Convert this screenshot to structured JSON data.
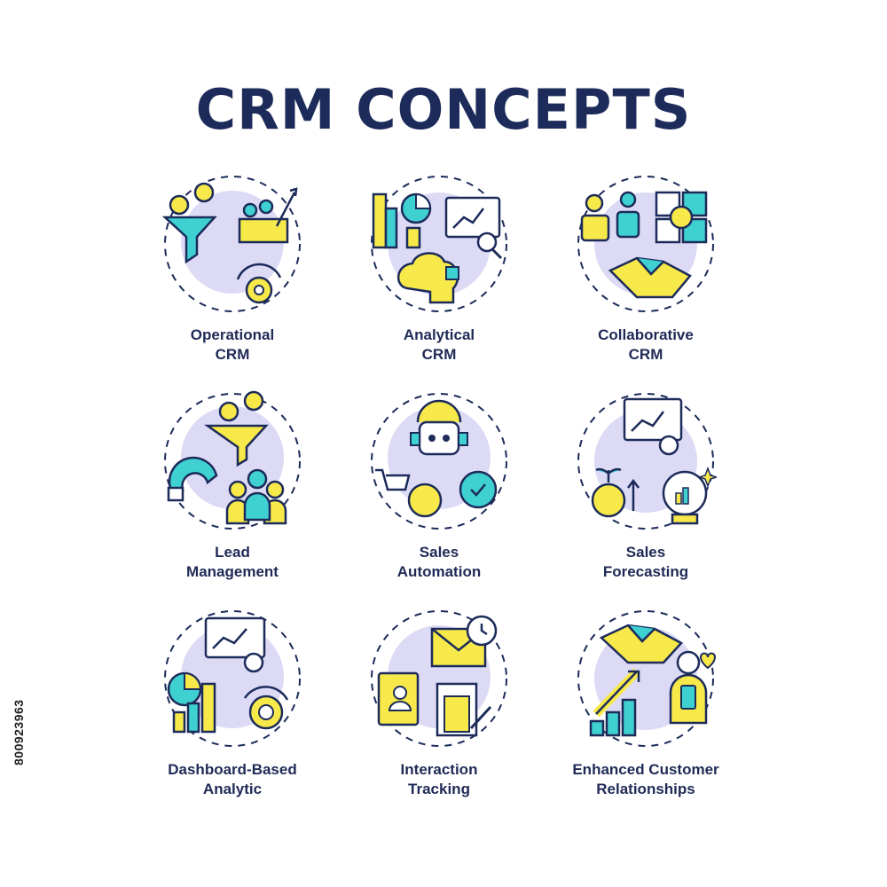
{
  "title": "CRM CONCEPTS",
  "stock_id": "800923963",
  "colors": {
    "navy": "#1c2b5a",
    "yellow": "#f7e94a",
    "teal": "#3fd1d1",
    "lavender": "#dcdaf5"
  },
  "concepts": [
    {
      "line1": "Operational",
      "line2": "CRM",
      "icon": "funnel-gear-icon"
    },
    {
      "line1": "Analytical",
      "line2": "CRM",
      "icon": "brain-chart-icon"
    },
    {
      "line1": "Collaborative",
      "line2": "CRM",
      "icon": "handshake-team-icon"
    },
    {
      "line1": "Lead",
      "line2": "Management",
      "icon": "magnet-funnel-icon"
    },
    {
      "line1": "Sales",
      "line2": "Automation",
      "icon": "robot-gear-icon"
    },
    {
      "line1": "Sales",
      "line2": "Forecasting",
      "icon": "crystal-ball-icon"
    },
    {
      "line1": "Dashboard-Based",
      "line2": "Analytic",
      "icon": "dashboard-chart-icon"
    },
    {
      "line1": "Interaction",
      "line2": "Tracking",
      "icon": "envelope-clock-icon"
    },
    {
      "line1": "Enhanced Customer",
      "line2": "Relationships",
      "icon": "handshake-heart-icon"
    }
  ]
}
